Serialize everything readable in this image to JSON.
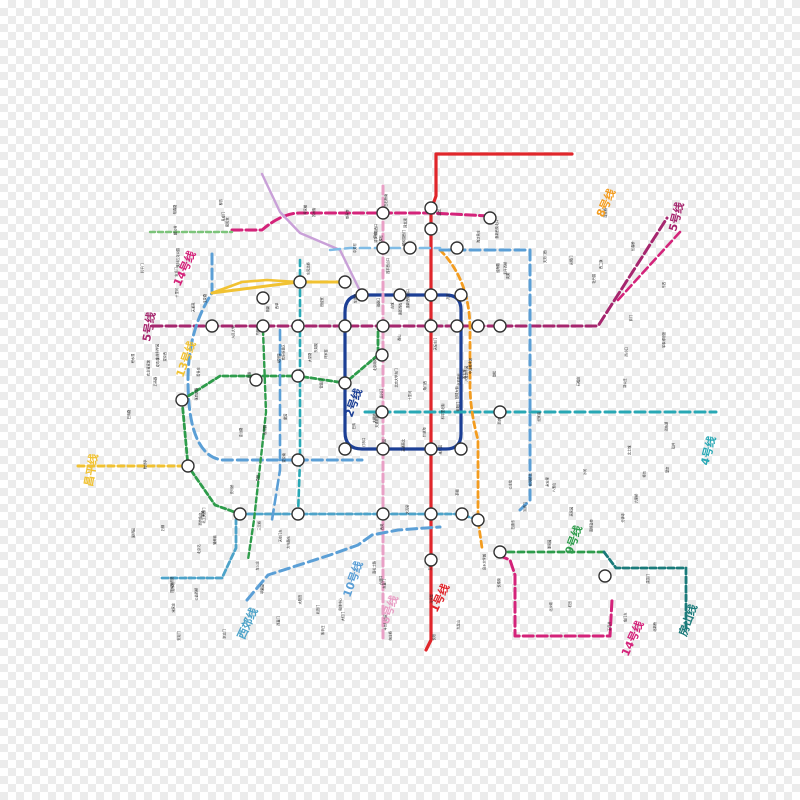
{
  "map": {
    "lines": [
      {
        "id": "line1",
        "label": "1号线",
        "color": "#e0262b"
      },
      {
        "id": "line2",
        "label": "2号线",
        "color": "#1c3f95"
      },
      {
        "id": "line4",
        "label": "4号线",
        "color": "#28a8b5"
      },
      {
        "id": "line5",
        "label": "5号线",
        "color": "#a6266e"
      },
      {
        "id": "line6",
        "label": "6号线",
        "color": "#e9a0c6"
      },
      {
        "id": "line8",
        "label": "8号线",
        "color": "#f39c1f"
      },
      {
        "id": "line9",
        "label": "9号线",
        "color": "#2e9c4b"
      },
      {
        "id": "line10",
        "label": "10号线",
        "color": "#5b9fd6"
      },
      {
        "id": "line13",
        "label": "13号线",
        "color": "#f1c232"
      },
      {
        "id": "line14",
        "label": "14号线",
        "color": "#d4237a"
      },
      {
        "id": "fangshan",
        "label": "房山线",
        "color": "#1a7a7a"
      },
      {
        "id": "changping",
        "label": "昌平线",
        "color": "#f1c232"
      },
      {
        "id": "xijiao",
        "label": "西郊线",
        "color": "#4da3c9"
      }
    ],
    "small_station_labels": [
      "天通苑北",
      "天通苑",
      "天通苑南",
      "立水桥",
      "北苑路北",
      "大屯路东",
      "惠新西街北口",
      "惠新西街南口",
      "和平西桥",
      "和平里北街",
      "雍和宫",
      "北新桥",
      "张自忠路",
      "东四",
      "灯市口",
      "东单",
      "崇文门",
      "磁器口",
      "天坛东门",
      "蒲黄榆",
      "刘家窑",
      "宋家庄",
      "苹果园",
      "古城",
      "八角游乐园",
      "八宝山",
      "玉泉路",
      "五棵松",
      "万寿路",
      "公主坟",
      "军事博物馆",
      "木樨地",
      "南礼士路",
      "复兴门",
      "西单",
      "天安门西",
      "天安门东",
      "王府井",
      "建国门",
      "永安里",
      "国贸",
      "大望路",
      "四惠",
      "四惠东",
      "西直门",
      "积水潭",
      "鼓楼大街",
      "安定门",
      "东直门",
      "朝阳门",
      "北京站",
      "前门",
      "和平门",
      "宣武门",
      "长椿街",
      "车公庄",
      "阜成门",
      "知春路",
      "五道口",
      "西二旗",
      "回龙观",
      "霍营",
      "望京西",
      "芍药居",
      "光熙门",
      "柳芳",
      "海淀黄庄",
      "中关村",
      "北京大学东门",
      "圆明园",
      "西苑",
      "北宫门",
      "安河桥北",
      "动物园",
      "国家图书馆",
      "魏公村",
      "人民大学",
      "陶然亭",
      "北京南站",
      "马家堡",
      "角门西",
      "公益西桥",
      "新宫",
      "六里桥",
      "丰台科技园",
      "郭公庄",
      "大瓦窑",
      "稻田",
      "长阳",
      "良乡大学城",
      "苏庄",
      "双井",
      "劲松",
      "潘家园",
      "十里河",
      "分钟寺",
      "成寿寺",
      "亦庄桥",
      "经海路",
      "次渠",
      "金台路",
      "呼家楼",
      "团结湖",
      "农业展览馆",
      "亮马桥",
      "三元桥",
      "太阳宫",
      "西土城",
      "牡丹园",
      "健德门",
      "北土城",
      "安贞门",
      "惠新西街",
      "巴沟",
      "苏州街",
      "万柳",
      "火器营",
      "长春桥",
      "车道沟",
      "慈寿寺",
      "西钓鱼台",
      "莲花桥",
      "丰台站",
      "首经贸",
      "纪家庙",
      "草桥",
      "角门东",
      "大红门",
      "石榴庄",
      "十里河",
      "北工大西门",
      "九龙山",
      "欢乐谷景区",
      "东风北桥",
      "将台",
      "高家园",
      "望京南",
      "阜通",
      "望京",
      "东湖渠",
      "来广营",
      "善各庄",
      "南锣鼓巷",
      "什刹海",
      "中国美术馆",
      "奥林匹克公园",
      "奥体中心",
      "北沙滩",
      "六道口",
      "清华东路西口",
      "西小口",
      "育新",
      "生命科学园",
      "朱辛庄",
      "沙河",
      "昌平",
      "昌平西山口",
      "香山",
      "植物园",
      "万安",
      "茶棚",
      "颐和园西门",
      "巴沟路",
      "白石桥南"
    ]
  }
}
